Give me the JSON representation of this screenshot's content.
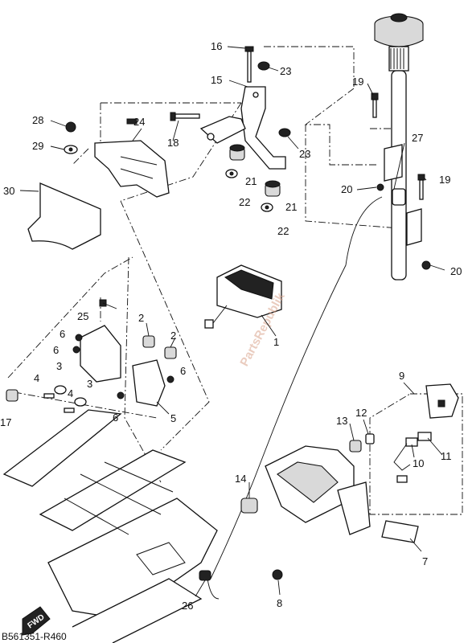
{
  "diagram": {
    "drawing_code": "B561351-R460",
    "watermark": "PartsRepublik",
    "fwd_label": "FWD",
    "callouts": [
      "1",
      "2",
      "2",
      "3",
      "3",
      "4",
      "4",
      "5",
      "6",
      "6",
      "6",
      "6",
      "7",
      "8",
      "9",
      "10",
      "11",
      "12",
      "13",
      "14",
      "15",
      "16",
      "17",
      "18",
      "19",
      "19",
      "20",
      "20",
      "21",
      "21",
      "22",
      "22",
      "23",
      "23",
      "24",
      "25",
      "26",
      "27",
      "28",
      "29",
      "30"
    ]
  }
}
